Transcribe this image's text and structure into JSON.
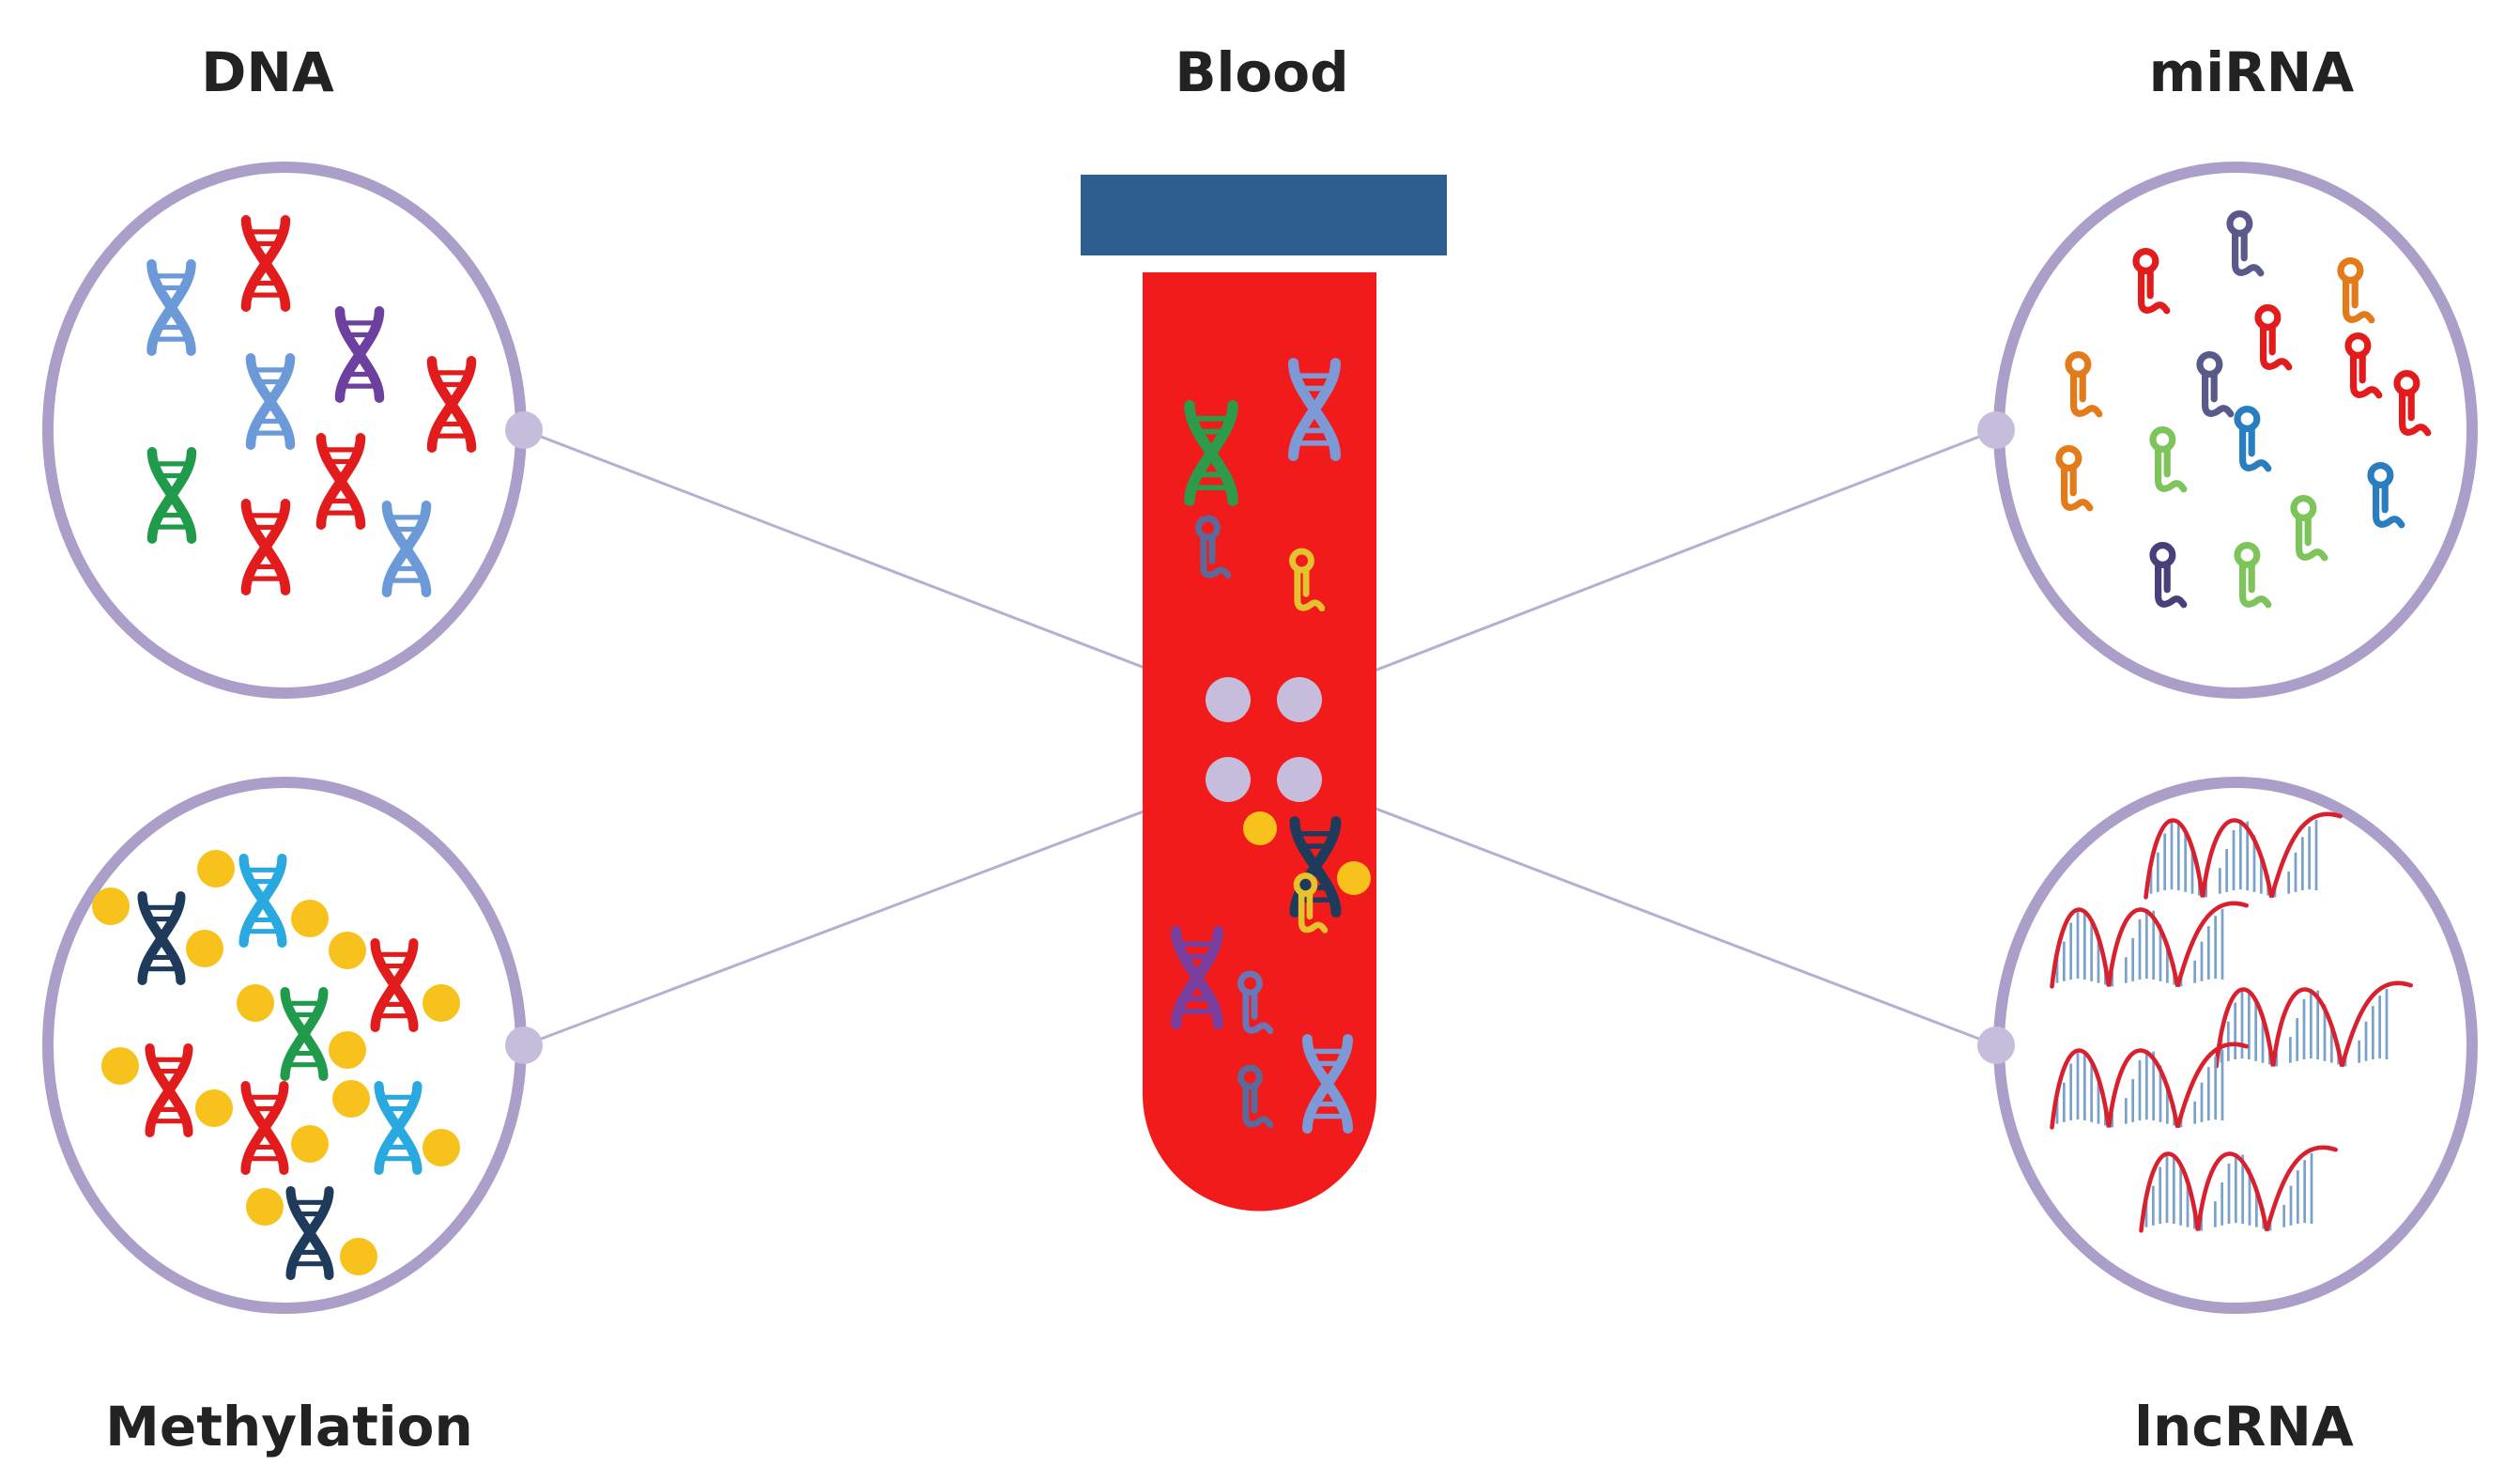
{
  "labels": {
    "dna": "DNA",
    "blood": "Blood",
    "mirna": "miRNA",
    "methylation": "Methylation",
    "lncrna": "lncRNA"
  },
  "colors": {
    "circle_border": "#ab9ec9",
    "connector_line": "#b9aed2",
    "connector_dot": "#c6bcdc",
    "tube_blood": "#f21b1b",
    "tube_cap": "#2e5e90",
    "methyl_bead": "#f6c21b",
    "lnc_curve": "#d9202f",
    "lnc_strands": "#7aa3cc"
  },
  "icons": {
    "dna_strand": "double-helix-icon",
    "mirna": "hairpin-rna-icon",
    "methylation_mark": "methyl-group-bead-icon",
    "lncrna": "long-noncoding-rna-wave-icon"
  }
}
